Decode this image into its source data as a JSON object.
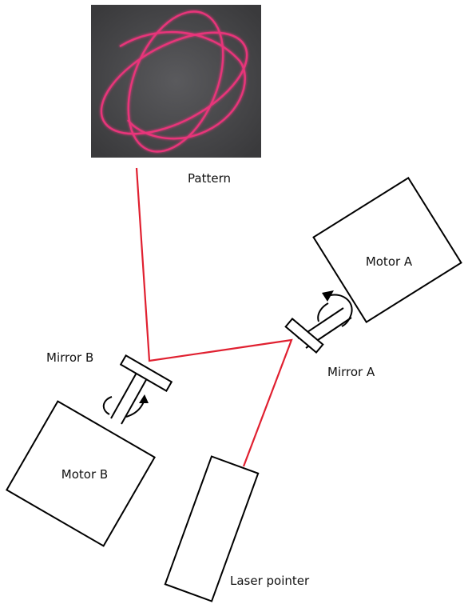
{
  "labels": {
    "pattern": "Pattern",
    "motor_a": "Motor A",
    "motor_b": "Motor B",
    "mirror_a": "Mirror A",
    "mirror_b": "Mirror B",
    "laser": "Laser pointer"
  },
  "colors": {
    "beam": "#e02030",
    "pattern_background": "#4a4a4c",
    "pattern_curve": "#e8347a",
    "outline": "#000000"
  }
}
